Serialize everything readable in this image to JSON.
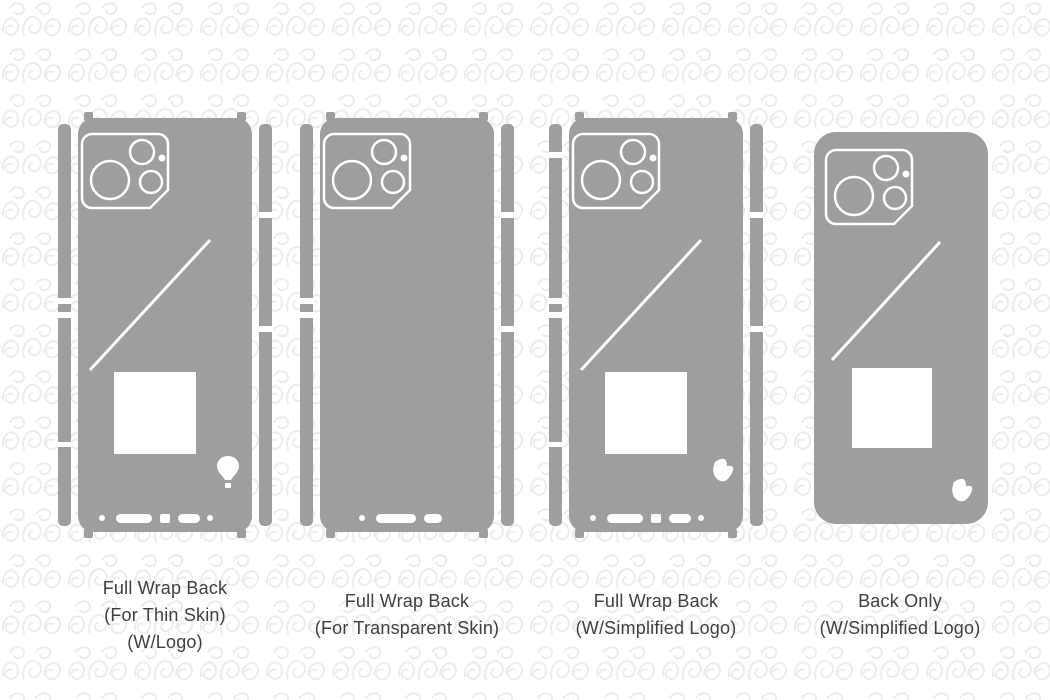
{
  "page": {
    "background": "#ffffff"
  },
  "colors": {
    "template_gray": "#9d9ea0",
    "cut_outline": "#ffffff",
    "watermark": "#ececec",
    "label_text": "#3f3f41"
  },
  "templates": [
    {
      "name": "full-wrap-back-thin-skin",
      "label_lines": [
        "Full Wrap Back",
        "(For Thin Skin)",
        "(W/Logo)"
      ]
    },
    {
      "name": "full-wrap-back-transparent-skin",
      "label_lines": [
        "Full Wrap Back",
        "(For Transparent Skin)"
      ]
    },
    {
      "name": "full-wrap-back-simplified-logo",
      "label_lines": [
        "Full Wrap Back",
        "(W/Simplified Logo)"
      ]
    },
    {
      "name": "back-only-simplified-logo",
      "label_lines": [
        "Back Only",
        "(W/Simplified Logo)"
      ]
    }
  ]
}
